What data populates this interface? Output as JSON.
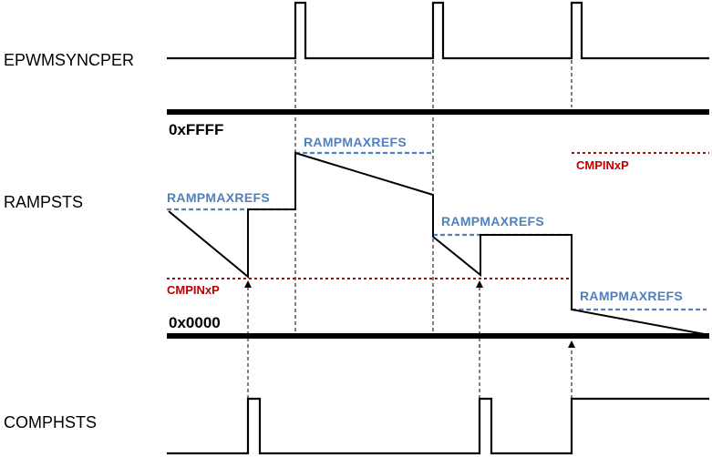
{
  "signals": {
    "sync": "EPWMSYNCPER",
    "ramp": "RAMPSTS",
    "comp": "COMPHSTS"
  },
  "levels": {
    "max": "0xFFFF",
    "min": "0x0000"
  },
  "annotations": {
    "ramp_max_ref_1": "RAMPMAXREFS",
    "ramp_max_ref_2": "RAMPMAXREFS",
    "ramp_max_ref_3": "RAMPMAXREFS",
    "ramp_max_ref_4": "RAMPMAXREFS",
    "cmpin_1": "CMPINxP",
    "cmpin_2": "CMPINxP"
  },
  "colors": {
    "ramp_max_ref": "#4f81bd",
    "cmpin": "#c00000",
    "trace": "#000000"
  }
}
